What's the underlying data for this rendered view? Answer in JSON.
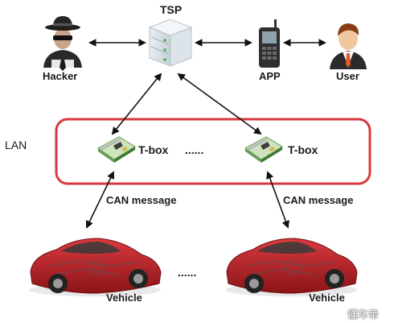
{
  "nodes": {
    "tsp": "TSP",
    "hacker": "Hacker",
    "app": "APP",
    "user": "User",
    "lan": "LAN",
    "tbox_left": "T-box",
    "tbox_right": "T-box",
    "tbox_ellipsis": "......",
    "can_left": "CAN message",
    "can_right": "CAN message",
    "vehicle_left": "Vehicle",
    "vehicle_right": "Vehicle",
    "vehicle_ellipsis": "......"
  },
  "watermark": "懂车帝",
  "colors": {
    "lan_border": "#d8383c",
    "arrow": "#111111",
    "car_body": "#b51c22",
    "tbox_board": "#5aa84a"
  },
  "icons": {
    "hacker": "hacker-icon",
    "tsp": "server-icon",
    "app": "phone-icon",
    "user": "user-icon",
    "tbox": "circuit-board-icon",
    "vehicle": "car-icon"
  }
}
